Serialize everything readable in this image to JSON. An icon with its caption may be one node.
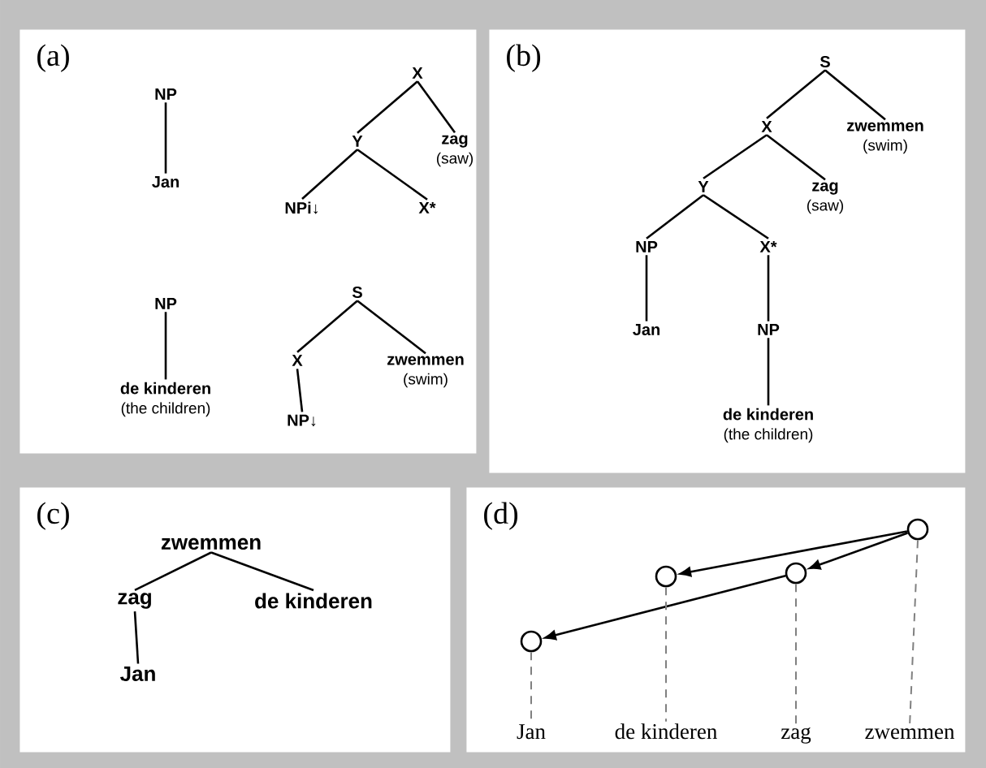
{
  "diagram": {
    "nodes": [
      {
        "text": [
          "(a)"
        ]
      },
      {
        "text": [
          "NP"
        ],
        "in": 0
      },
      {
        "text": [
          "Jan"
        ],
        "in": 0
      },
      {
        "text": [
          "X"
        ],
        "in": 0
      },
      {
        "text": [
          "Y"
        ],
        "in": 0
      },
      {
        "text": [
          "zag",
          "(saw)"
        ],
        "in": 0
      },
      {
        "text": [
          "NPi↓"
        ],
        "in": 0
      },
      {
        "text": [
          "X*"
        ],
        "in": 0
      },
      {
        "text": [
          "NP"
        ],
        "in": 0
      },
      {
        "text": [
          "de kinderen",
          "(the children)"
        ],
        "in": 0
      },
      {
        "text": [
          "S"
        ],
        "in": 0
      },
      {
        "text": [
          "X"
        ],
        "in": 0
      },
      {
        "text": [
          "zwemmen",
          "(swim)"
        ],
        "in": 0
      },
      {
        "text": [
          "NP↓"
        ],
        "in": 0
      },
      {
        "text": [
          "(b)"
        ]
      },
      {
        "text": [
          "S"
        ],
        "in": 14
      },
      {
        "text": [
          "X"
        ],
        "in": 14
      },
      {
        "text": [
          "zwemmen",
          "(swim)"
        ],
        "in": 14
      },
      {
        "text": [
          "Y"
        ],
        "in": 14
      },
      {
        "text": [
          "zag",
          "(saw)"
        ],
        "in": 14
      },
      {
        "text": [
          "NP"
        ],
        "in": 14
      },
      {
        "text": [
          "X*"
        ],
        "in": 14
      },
      {
        "text": [
          "Jan"
        ],
        "in": 14
      },
      {
        "text": [
          "NP"
        ],
        "in": 14
      },
      {
        "text": [
          "de kinderen",
          "(the children)"
        ],
        "in": 14
      },
      {
        "text": [
          "(c)"
        ]
      },
      {
        "text": [
          "zwemmen"
        ],
        "in": 25
      },
      {
        "text": [
          "zag"
        ],
        "in": 25
      },
      {
        "text": [
          "de kinderen"
        ],
        "in": 25
      },
      {
        "text": [
          "Jan"
        ],
        "in": 25
      },
      {
        "text": [
          "(d)"
        ]
      },
      {
        "text": [],
        "shape": "circle",
        "in": 30
      },
      {
        "text": [],
        "shape": "circle",
        "in": 30
      },
      {
        "text": [],
        "shape": "circle",
        "in": 30
      },
      {
        "text": [],
        "shape": "circle",
        "in": 30
      },
      {
        "text": [
          "Jan"
        ],
        "in": 30
      },
      {
        "text": [
          "de kinderen"
        ],
        "in": 30
      },
      {
        "text": [
          "zag"
        ],
        "in": 30
      },
      {
        "text": [
          "zwemmen"
        ],
        "in": 30
      }
    ],
    "edges": [
      {
        "from": 1,
        "to": 2,
        "arrow": "none"
      },
      {
        "from": 3,
        "to": 4,
        "arrow": "none"
      },
      {
        "from": 3,
        "to": 5,
        "arrow": "none"
      },
      {
        "from": 4,
        "to": 6,
        "arrow": "none"
      },
      {
        "from": 4,
        "to": 7,
        "arrow": "none"
      },
      {
        "from": 8,
        "to": 9,
        "arrow": "none"
      },
      {
        "from": 10,
        "to": 11,
        "arrow": "none"
      },
      {
        "from": 10,
        "to": 12,
        "arrow": "none"
      },
      {
        "from": 11,
        "to": 13,
        "arrow": "none"
      },
      {
        "from": 15,
        "to": 16,
        "arrow": "none"
      },
      {
        "from": 15,
        "to": 17,
        "arrow": "none"
      },
      {
        "from": 16,
        "to": 18,
        "arrow": "none"
      },
      {
        "from": 16,
        "to": 19,
        "arrow": "none"
      },
      {
        "from": 18,
        "to": 20,
        "arrow": "none"
      },
      {
        "from": 18,
        "to": 21,
        "arrow": "none"
      },
      {
        "from": 20,
        "to": 22,
        "arrow": "none"
      },
      {
        "from": 21,
        "to": 23,
        "arrow": "none"
      },
      {
        "from": 23,
        "to": 24,
        "arrow": "none"
      },
      {
        "from": 26,
        "to": 27,
        "arrow": "none"
      },
      {
        "from": 26,
        "to": 28,
        "arrow": "none"
      },
      {
        "from": 27,
        "to": 29,
        "arrow": "none"
      },
      {
        "from": 34,
        "to": 32,
        "arrow": "to"
      },
      {
        "from": 34,
        "to": 33,
        "arrow": "to"
      },
      {
        "from": 33,
        "to": 31,
        "arrow": "to"
      },
      {
        "from": 31,
        "to": 35,
        "arrow": "none",
        "style": "dashed",
        "color": "#808080"
      },
      {
        "from": 32,
        "to": 36,
        "arrow": "none",
        "style": "dashed",
        "color": "#808080"
      },
      {
        "from": 33,
        "to": 37,
        "arrow": "none",
        "style": "dashed",
        "color": "#808080"
      },
      {
        "from": 34,
        "to": 38,
        "arrow": "none",
        "style": "dashed",
        "color": "#808080"
      }
    ]
  }
}
